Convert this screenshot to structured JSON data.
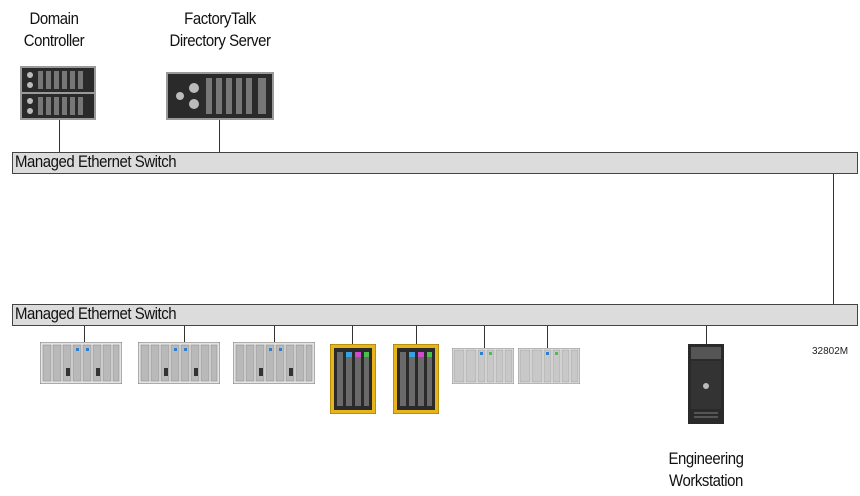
{
  "labels": {
    "domain_controller_l1": "Domain",
    "domain_controller_l2": "Controller",
    "directory_server_l1": "FactoryTalk",
    "directory_server_l2": "Directory Server",
    "engineering_l1": "Engineering",
    "engineering_l2": "Workstation"
  },
  "switch_top": {
    "label": "Managed Ethernet Switch"
  },
  "switch_bottom": {
    "label": "Managed Ethernet Switch"
  },
  "figure_id": "32802M",
  "colors": {
    "switch_fill": "#dcdcdc",
    "io_frame": "#e8b41c",
    "rack": "#2a2a2a"
  }
}
